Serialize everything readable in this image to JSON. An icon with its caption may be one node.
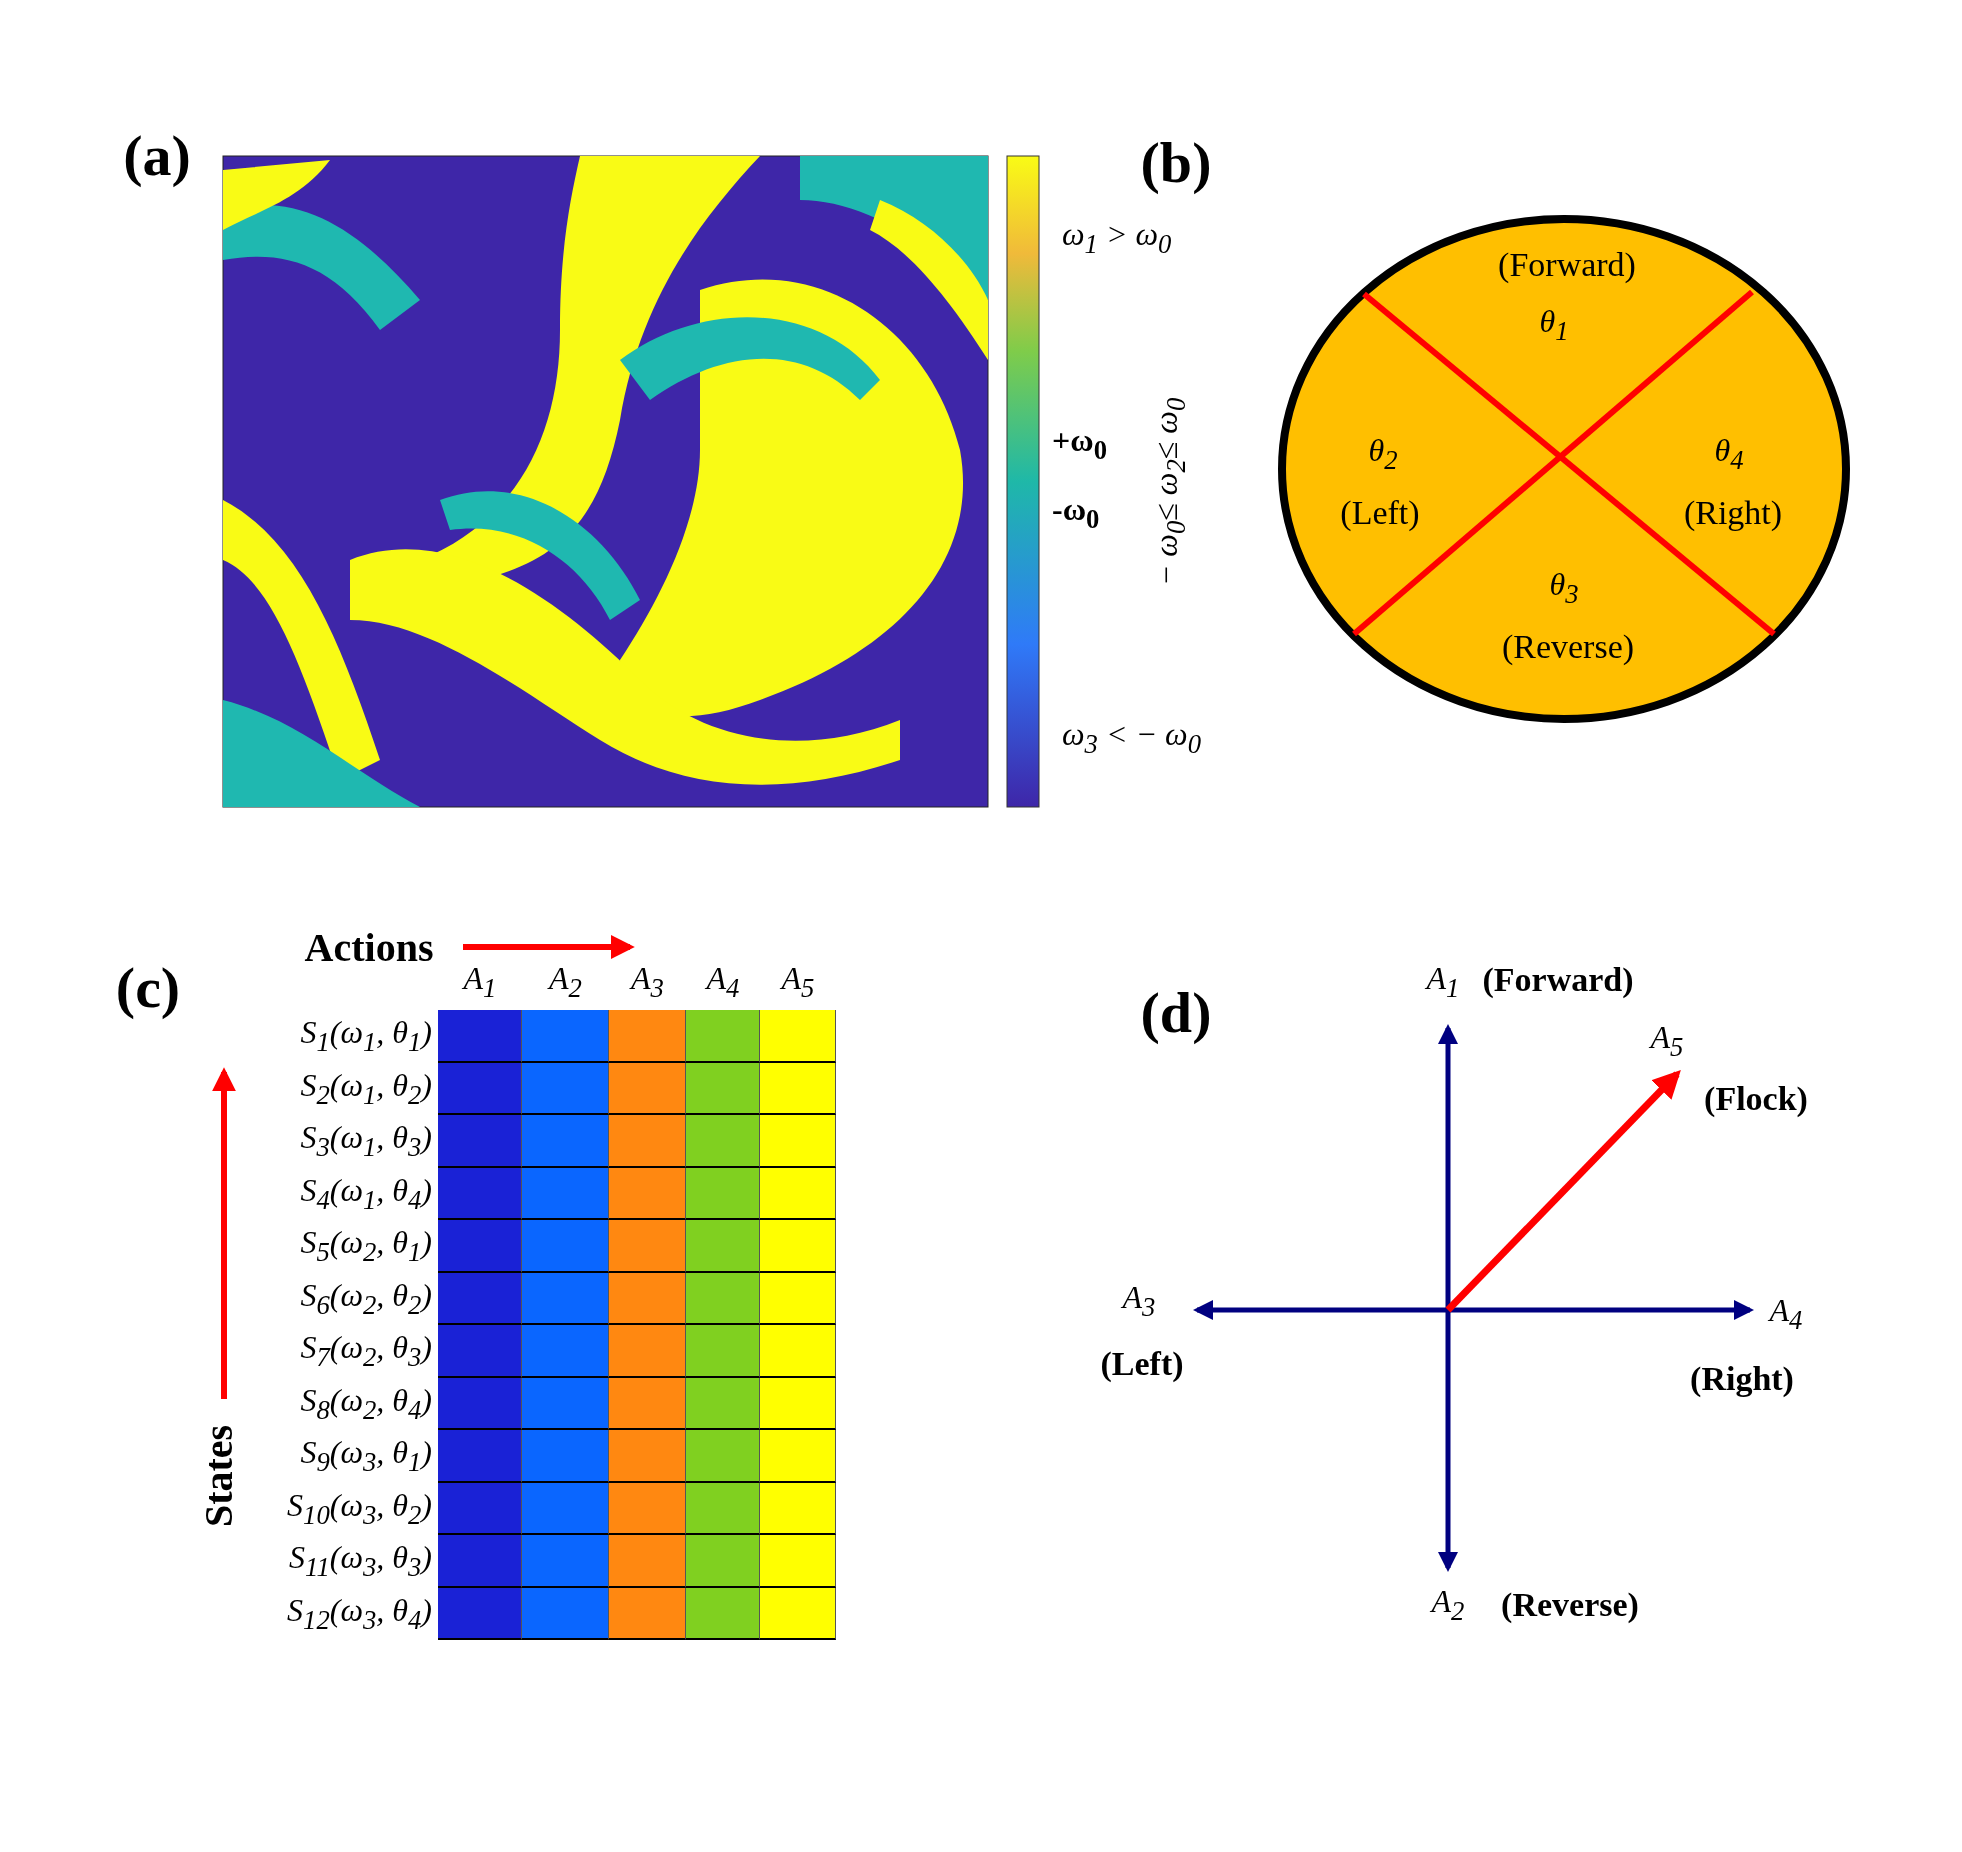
{
  "diagram": {
    "labels": [
      "(a)",
      "ω$_{1}$ > ω$_{0}$",
      "+ω$_{0}$",
      "-ω$_{0}$",
      "− ω$_{0}$≤ ω$_{2}$≤ ω$_{0}$",
      "ω$_{3}$ < − ω$_{0}$",
      "(b)",
      "(Forward)",
      "θ$_{1}$",
      "θ$_{2}$",
      "(Left)",
      "θ$_{4}$",
      "(Right)",
      "θ$_{3}$",
      "(Reverse)",
      "Actions",
      "A$_{1}$",
      "A$_{2}$",
      "A$_{3}$",
      "A$_{4}$",
      "A$_{5}$",
      "(c)",
      "S$_{1}$(ω$_{1}$, θ$_{1}$)",
      "S$_{2}$(ω$_{1}$, θ$_{2}$)",
      "S$_{3}$(ω$_{1}$, θ$_{3}$)",
      "S$_{4}$(ω$_{1}$, θ$_{4}$)",
      "S$_{5}$(ω$_{2}$, θ$_{1}$)",
      "S$_{6}$(ω$_{2}$, θ$_{2}$)",
      "S$_{7}$(ω$_{2}$, θ$_{3}$)",
      "S$_{8}$(ω$_{2}$, θ$_{4}$)",
      "S$_{9}$(ω$_{3}$, θ$_{1}$)",
      "S$_{10}$(ω$_{3}$, θ$_{2}$)",
      "S$_{11}$(ω$_{3}$, θ$_{3}$)",
      "S$_{12}$(ω$_{3}$, θ$_{4}$)",
      "States",
      "(d)",
      "A$_{1}$",
      "(Forward)",
      "A$_{5}$",
      "(Flock)",
      "A$_{3}$",
      "A$_{4}$",
      "(Left)",
      "(Right)",
      "A$_{2}$",
      "(Reverse)"
    ]
  }
}
